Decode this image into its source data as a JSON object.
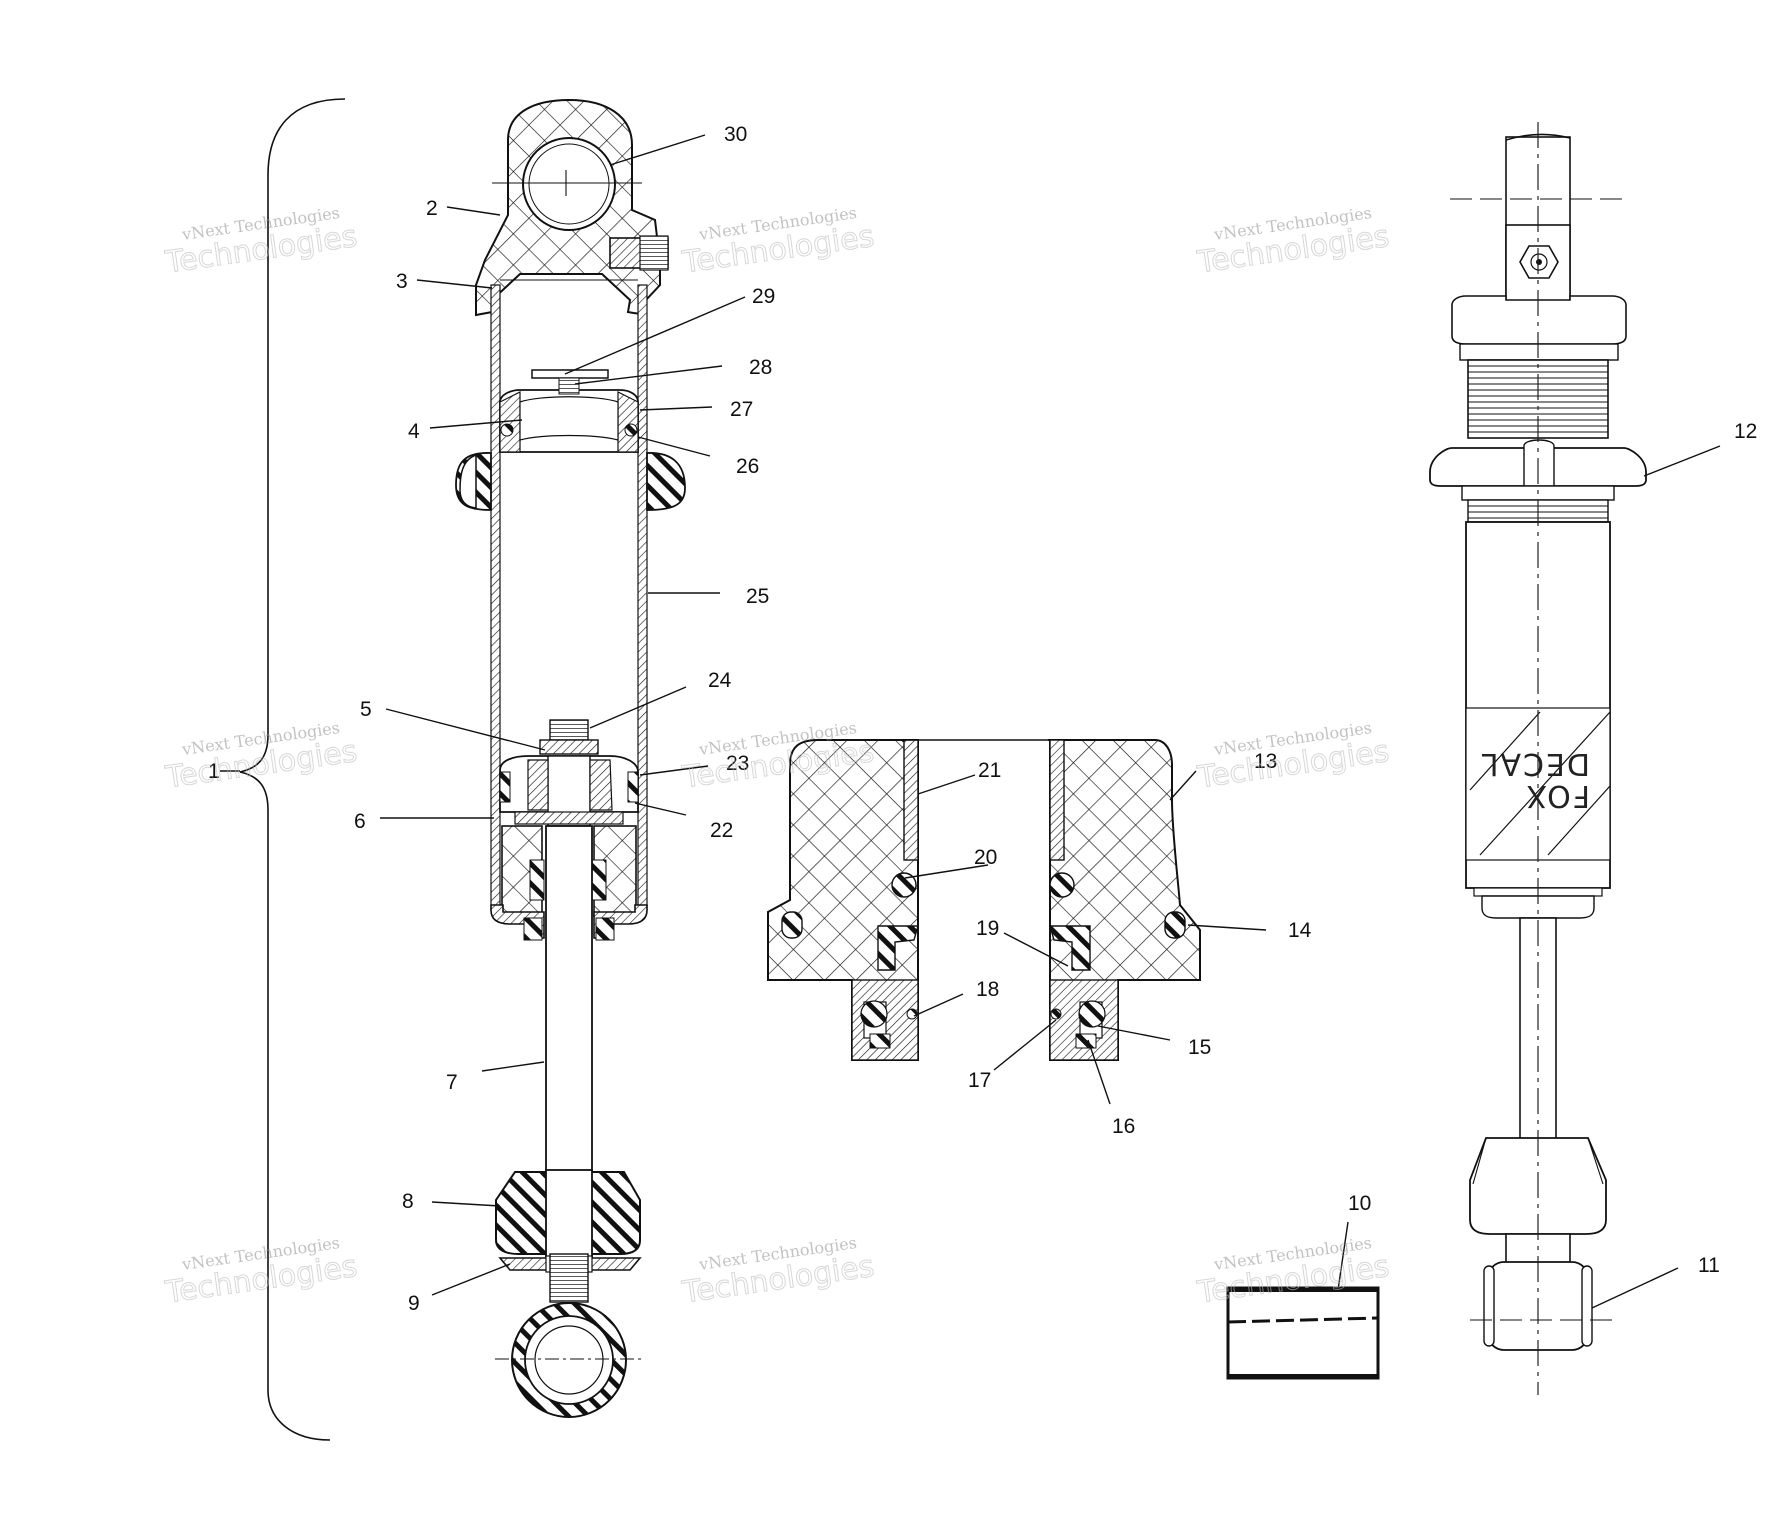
{
  "diagram": {
    "callouts": [
      "1",
      "2",
      "3",
      "4",
      "5",
      "6",
      "7",
      "8",
      "9",
      "10",
      "11",
      "12",
      "13",
      "14",
      "15",
      "16",
      "17",
      "18",
      "19",
      "20",
      "21",
      "22",
      "23",
      "24",
      "25",
      "26",
      "27",
      "28",
      "29",
      "30"
    ],
    "decal_lines": [
      "FOX",
      "DECAL"
    ],
    "watermark": {
      "line1": "vNext Technologies",
      "line2": "Technologies"
    }
  },
  "colors": {
    "ink": "#111111",
    "background": "#ffffff",
    "watermark": "#a0a0a0"
  }
}
